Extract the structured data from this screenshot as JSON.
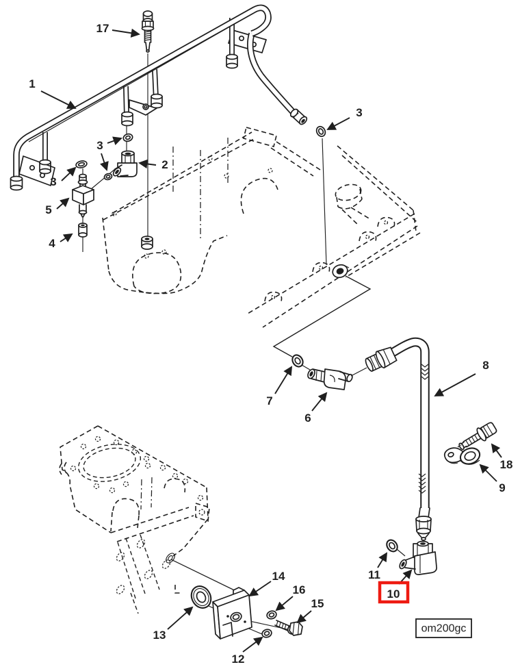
{
  "figure": {
    "type": "exploded-parts-diagram",
    "background": "#ffffff",
    "line_color": "#1f1f1f",
    "highlight_color": "#ee1b12",
    "code_label": "om200gc",
    "highlighted_callout": "10",
    "callouts": {
      "c1": "1",
      "c2": "2",
      "c3a": "3",
      "c3b": "3",
      "c3c": "3",
      "c4": "4",
      "c5": "5",
      "c6": "6",
      "c7": "7",
      "c8": "8",
      "c9": "9",
      "c10": "10",
      "c11": "11",
      "c12": "12",
      "c13": "13",
      "c14": "14",
      "c15": "15",
      "c16": "16",
      "c17": "17",
      "c18": "18"
    }
  }
}
